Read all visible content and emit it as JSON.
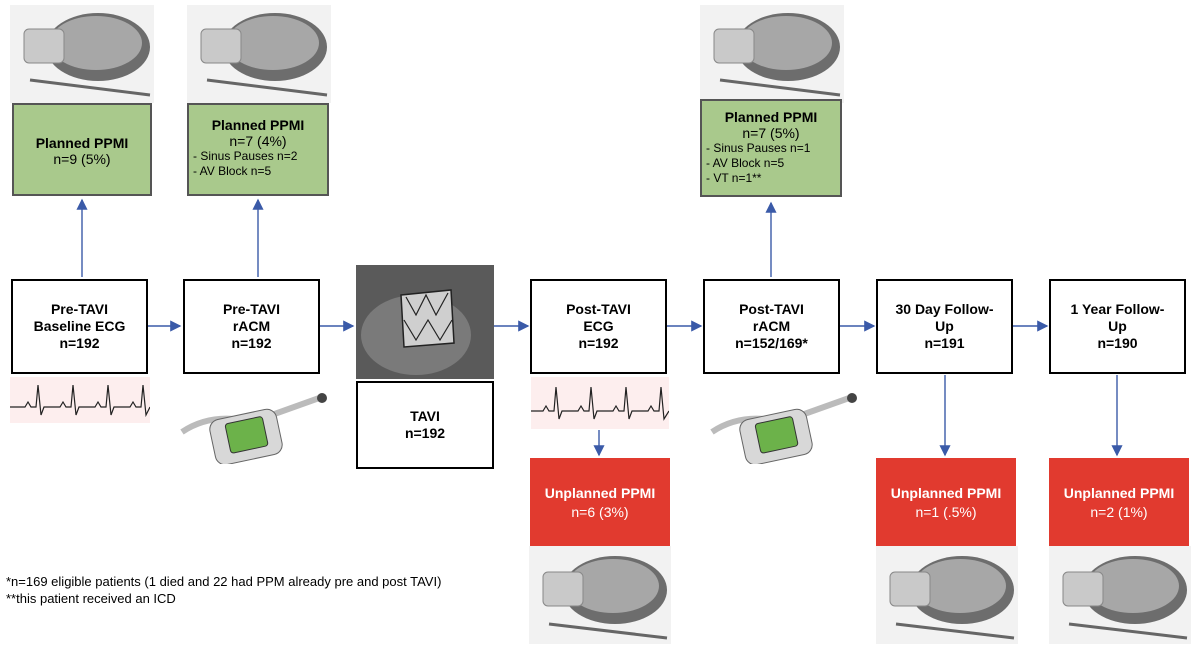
{
  "stages": {
    "pre_ecg": [
      "Pre-TAVI",
      "Baseline ECG",
      "n=192"
    ],
    "pre_racm": [
      "Pre-TAVI",
      "rACM",
      "n=192"
    ],
    "tavi": [
      "TAVI",
      "n=192"
    ],
    "post_ecg": [
      "Post-TAVI",
      "ECG",
      "n=192"
    ],
    "post_racm": [
      "Post-TAVI",
      "rACM",
      "n=152/169*"
    ],
    "day30": [
      "30 Day Follow-",
      "Up",
      "n=191"
    ],
    "year1": [
      "1 Year Follow-",
      "Up",
      "n=190"
    ]
  },
  "planned": {
    "pre_ecg": {
      "title": "Planned PPMI",
      "n": "n=9 (5%)",
      "items": []
    },
    "pre_racm": {
      "title": "Planned PPMI",
      "n": "n=7 (4%)",
      "items": [
        "- Sinus Pauses n=2",
        "- AV Block n=5"
      ]
    },
    "post_racm": {
      "title": "Planned PPMI",
      "n": "n=7 (5%)",
      "items": [
        "- Sinus Pauses n=1",
        "- AV Block n=5",
        "- VT n=1**"
      ]
    }
  },
  "unplanned": {
    "post_ecg": {
      "title": "Unplanned PPMI",
      "n": "n=6 (3%)"
    },
    "day30": {
      "title": "Unplanned PPMI",
      "n": "n=1 (.5%)"
    },
    "year1": {
      "title": "Unplanned PPMI",
      "n": "n=2 (1%)"
    }
  },
  "footnotes": [
    "*n=169 eligible patients (1 died and 22 had PPM already pre and post TAVI)",
    "**this patient received an ICD"
  ],
  "colors": {
    "planned_box": "#a9c98c",
    "unplanned_box": "#e13a2f",
    "arrow": "#3a5aa8"
  },
  "icons": {
    "pacemaker": "pacemaker-device-icon",
    "ecg": "ecg-strip-icon",
    "monitor": "handheld-monitor-icon",
    "valve": "tavi-valve-icon"
  }
}
